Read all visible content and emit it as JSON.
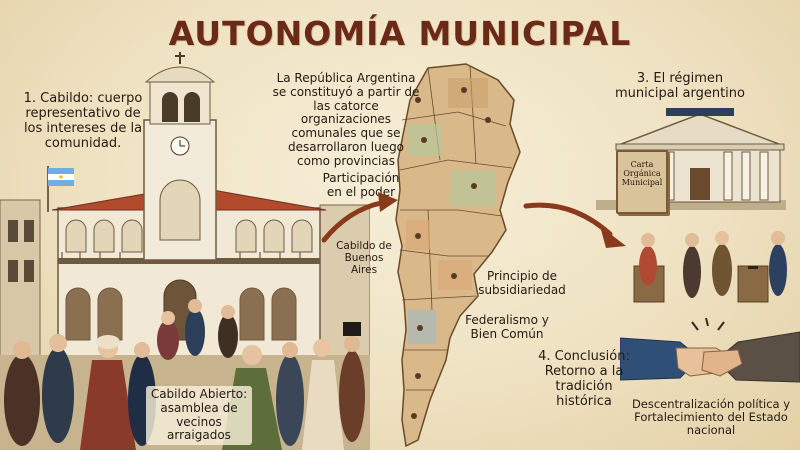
{
  "title": "AUTONOMÍA MUNICIPAL",
  "section1": {
    "text": "1. Cabildo: cuerpo representativo de los intereses de la comunidad."
  },
  "cabildo_abierto": {
    "text": "Cabildo Abierto: asamblea de vecinos arraigados"
  },
  "intro": {
    "text": "La República Argentina se constituyó a partir de las catorce organizaciones comunales que se desarrollaron luego como provincias"
  },
  "map_labels": {
    "participacion": "Participación en el poder",
    "cabildo_ba": "Cabildo de Buenos Aires",
    "subsidiariedad": "Principio de subsidiariedad",
    "federalismo": "Federalismo y Bien Común"
  },
  "section3": {
    "title": "3. El régimen municipal argentino",
    "book_label": "Carta Orgánica Municipal"
  },
  "section4": {
    "text": "4. Conclusión: Retorno a la tradición histórica"
  },
  "closing": {
    "text": "Descentralización política y Fortalecimiento del Estado nacional"
  },
  "colors": {
    "title": "#6b2a18",
    "arrow": "#8a3a1c",
    "flag_blue": "#74acdf"
  },
  "icons": [
    "argentina-flag-icon",
    "arrow-right-icon",
    "handshake-icon",
    "ballot-box-icon"
  ]
}
